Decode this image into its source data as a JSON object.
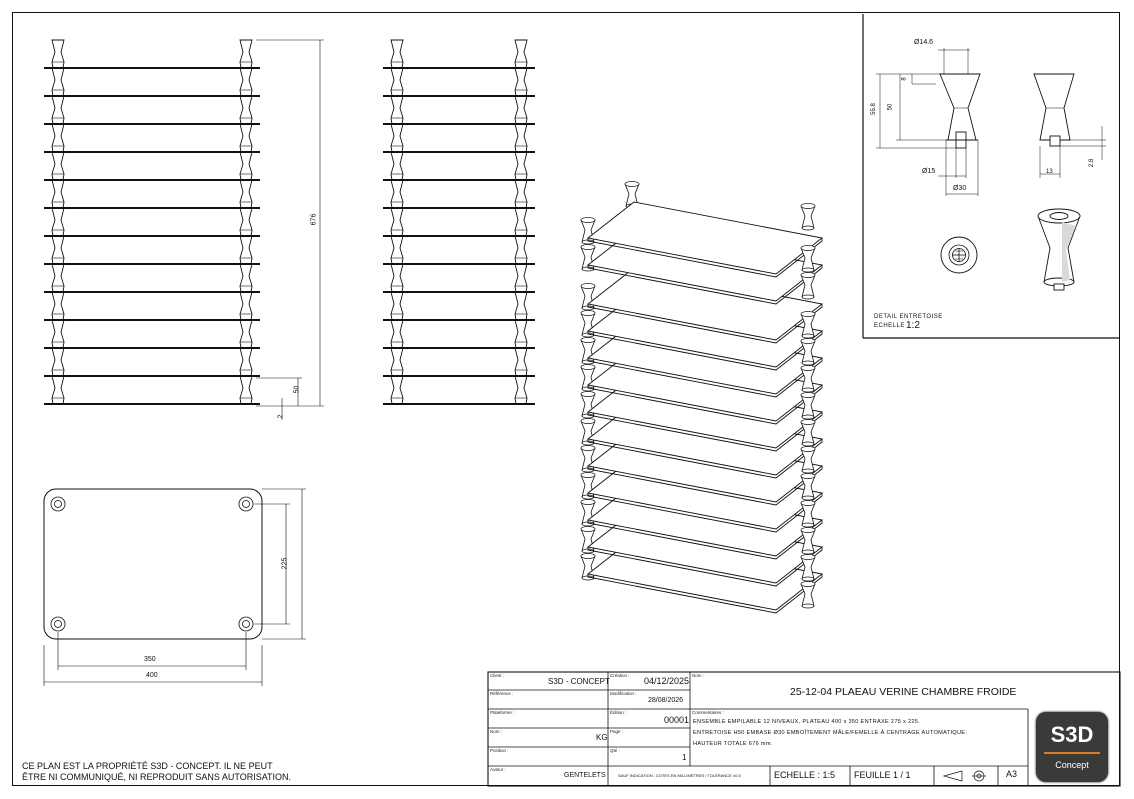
{
  "drawing": {
    "dims": {
      "total_height": "676",
      "pitch": "50",
      "plate": "2",
      "entraxe_y": "225",
      "entraxe_x": "350",
      "width": "400",
      "detail_d1": "Ø14.6",
      "detail_8": "8",
      "detail_50": "50",
      "detail_h": "55.8",
      "detail_d15": "Ø15",
      "detail_d30": "Ø30",
      "detail_13": "13",
      "detail_28": "2.8"
    },
    "detail_label": "DETAIL ENTRETOISE",
    "detail_scale_label": "ECHELLE",
    "detail_scale": "1:2"
  },
  "notice": {
    "line1": "CE PLAN EST LA PROPRIÉTÉ S3D - CONCEPT. IL NE PEUT",
    "line2": "ÊTRE NI COMMUNIQUÉ, NI REPRODUIT SANS AUTORISATION."
  },
  "titleblock": {
    "client_label": "Client :",
    "client": "S3D - CONCEPT",
    "date_label": "Création :",
    "date": "04/12/2025",
    "reference_label": "Référence :",
    "modif_label": "Modification :",
    "modif_date": "28/08/2026",
    "platform_label": "Plateforme :",
    "edition_label": "Édition :",
    "edition": "00001",
    "name_label": "Nom :",
    "name": "KG",
    "page_label": "Page :",
    "position_label": "Position :",
    "qty_label": "Qté :",
    "qty": "1",
    "author_label": "Auteur :",
    "author": "GENTELETS",
    "sector_label": "Nom :",
    "title": "25-12-04 PLAEAU VERINE CHAMBRE FROIDE",
    "comments_label": "Commentaires :",
    "comment1": "ENSEMBLE EMPILABLE 12 NIVEAUX, PLATEAU 400 x 350 ENTRAXE 275 x 225.",
    "comment2": "ENTRETOISE H50 EMBASE Ø30 EMBOÎTEMENT MÂLE/FEMELLE À CENTRAGE AUTOMATIQUE.",
    "comment3": "HAUTEUR TOTALE 676 mm.",
    "tolerance": "SAUF INDICATION : COTES EN MILLIMÈTRES / TOLÉRANCE ±0.5",
    "scale": "ECHELLE : 1:5",
    "sheet": "FEUILLE 1 / 1",
    "format": "A3"
  },
  "logo": {
    "brand": "S3D",
    "sub": "Concept",
    "accent": "#e07a1f"
  }
}
